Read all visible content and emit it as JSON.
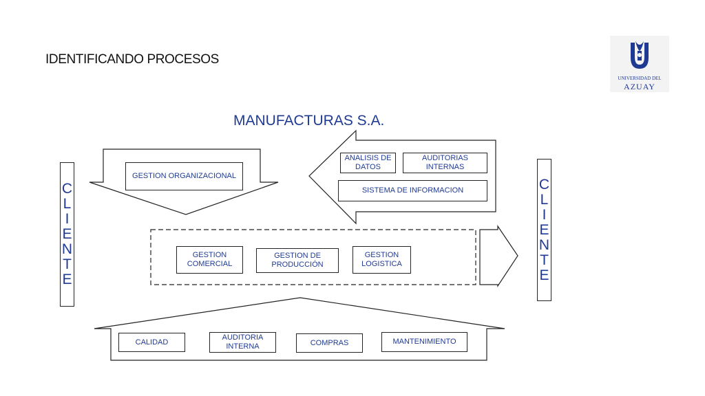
{
  "header": {
    "title": "IDENTIFICANDO PROCESOS"
  },
  "logo": {
    "line1": "UNIVERSIDAD DEL",
    "line2": "AZUAY",
    "icon": "universidad-del-azuay-emblem",
    "color": "#1f3a93"
  },
  "diagram": {
    "title": "MANUFACTURAS S.A.",
    "client_left": [
      "C",
      "L",
      "I",
      "E",
      "N",
      "T",
      "E"
    ],
    "client_right": [
      "C",
      "L",
      "I",
      "E",
      "N",
      "T",
      "E"
    ],
    "strategic": {
      "gestion_organizacional": "GESTION ORGANIZACIONAL"
    },
    "control": {
      "analisis_datos": "ANALISIS DE DATOS",
      "auditorias_internas": "AUDITORIAS INTERNAS",
      "sistema_informacion": "SISTEMA DE INFORMACION"
    },
    "operational": {
      "gestion_comercial": "GESTION COMERCIAL",
      "gestion_produccion": "GESTION DE PRODUCCIÓN",
      "gestion_logistica": "GESTION LOGISTICA"
    },
    "support": {
      "calidad": "CALIDAD",
      "auditoria_interna": "AUDITORIA INTERNA",
      "compras": "COMPRAS",
      "mantenimiento": "MANTENIMIENTO"
    },
    "colors": {
      "text": "#1f3a93",
      "outline": "#222222"
    }
  }
}
